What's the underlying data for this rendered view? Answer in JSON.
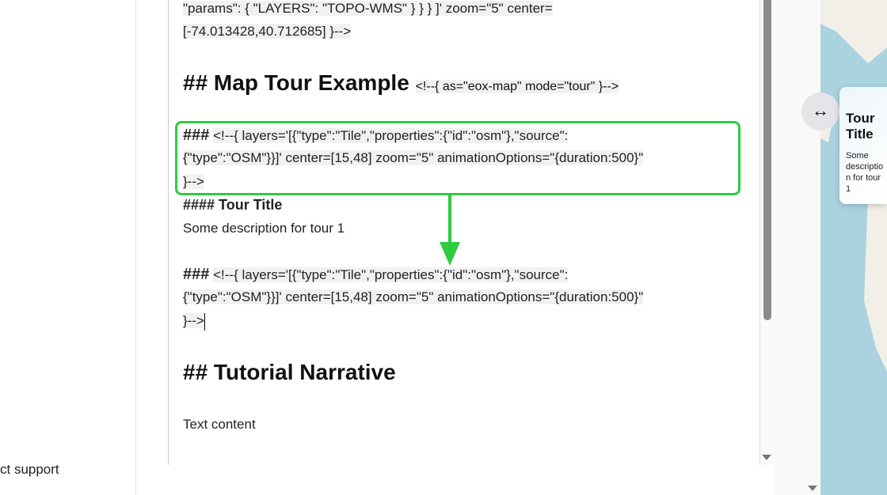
{
  "sidebar": {
    "support_label": "ct support"
  },
  "editor": {
    "line1": "\"params\": { \"LAYERS\": \"TOPO-WMS\" } } } ]' zoom=\"5\" center=",
    "line2": "[-74.013428,40.712685] }-->",
    "h2_map_tour": "## Map Tour Example",
    "h2_map_tour_comment": "<!--{ as=\"eox-map\" mode=\"tour\" }-->",
    "step1": {
      "hash": "###",
      "line1": "<!--{ layers='[{\"type\":\"Tile\",\"properties\":{\"id\":\"osm\"},\"source\":",
      "line2": "{\"type\":\"OSM\"}}]' center=[15,48] zoom=\"5\" animationOptions=\"{duration:500}\"",
      "line3": "}-->"
    },
    "h4_tour_title": "#### Tour Title",
    "tour_desc": "Some description for tour 1",
    "step2": {
      "hash": "###",
      "line1": "<!--{ layers='[{\"type\":\"Tile\",\"properties\":{\"id\":\"osm\"},\"source\":",
      "line2": "{\"type\":\"OSM\"}}]' center=[15,48] zoom=\"5\" animationOptions=\"{duration:500}\"",
      "line3": "}-->"
    },
    "h2_tutorial": "## Tutorial Narrative",
    "text_content": "Text content"
  },
  "preview": {
    "resize_icon": "↔",
    "card_title": "Tour Title",
    "card_desc": "Some description for tour 1"
  },
  "colors": {
    "highlight": "#2ecc40"
  }
}
